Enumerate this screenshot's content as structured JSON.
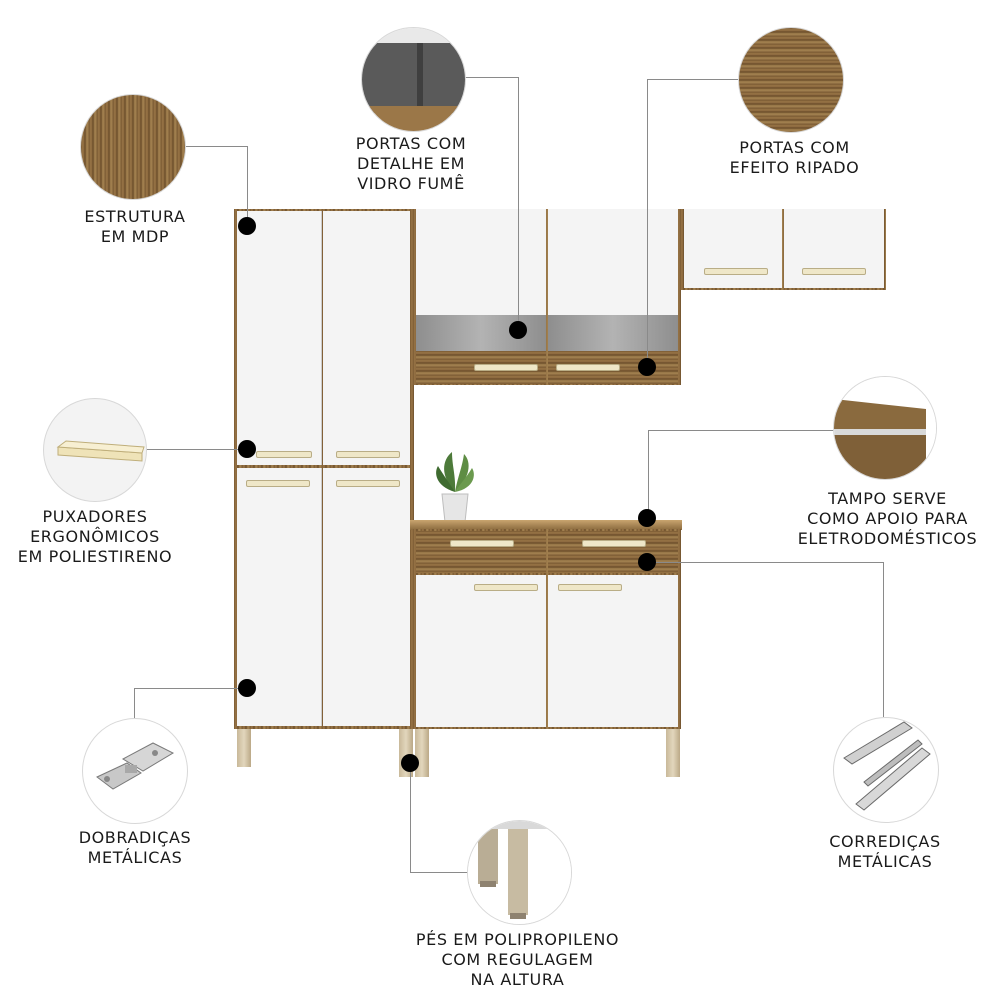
{
  "features": {
    "estrutura": "ESTRUTURA\nEM MDP",
    "portas_vidro": "PORTAS COM\nDETALHE EM\nVIDRO FUMÊ",
    "portas_ripado": "PORTAS COM\nEFEITO RIPADO",
    "puxadores": "PUXADORES\nERGONÔMICOS\nEM POLIESTIRENO",
    "tampo": "TAMPO SERVE\nCOMO APOIO PARA\nELETRODOMÉSTICOS",
    "dobradicas": "DOBRADIÇAS\nMETÁLICAS",
    "corredicas": "CORREDIÇAS\nMETÁLICAS",
    "pes": "PÉS EM POLIPROPILENO\nCOM REGULAGEM\nNA ALTURA"
  },
  "colors": {
    "wood": "#8a6a3e",
    "panel_white": "#f4f4f4",
    "smoked_glass": "#9a9a9a",
    "handle": "#efe7c8",
    "marker": "#000000"
  },
  "icons": [
    "mdp-wood-sample-icon",
    "smoked-glass-sample-icon",
    "slatted-wood-sample-icon",
    "handle-sample-icon",
    "countertop-sample-icon",
    "hinge-icon",
    "drawer-slide-icon",
    "leg-sample-icon",
    "plant-icon"
  ]
}
